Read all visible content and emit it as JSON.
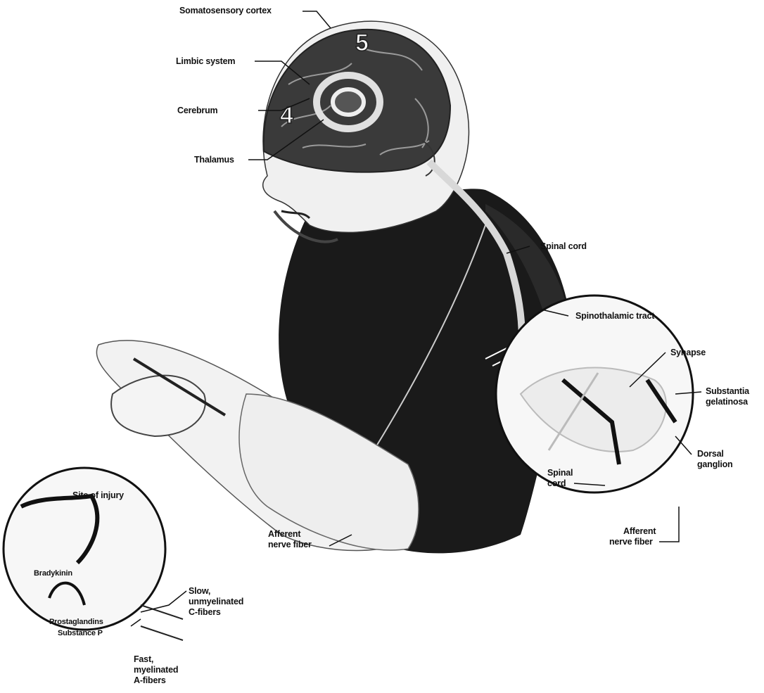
{
  "labels": {
    "somatosensory_cortex": "Somatosensory cortex",
    "limbic_system": "Limbic system",
    "cerebrum": "Cerebrum",
    "thalamus": "Thalamus",
    "spinal_cord": "Spinal cord",
    "spinothalamic_tract": "Spinothalamic tract",
    "synapse": "Synapse",
    "substantia_gelatinosa": [
      "Substantia",
      "gelatinosa"
    ],
    "dorsal_ganglion": [
      "Dorsal",
      "ganglion"
    ],
    "spinal_cord_inset": [
      "Spinal",
      "cord"
    ],
    "afferent_nerve_fiber_inset": [
      "Afferent",
      "nerve fiber"
    ],
    "afferent_nerve_fiber_arm": [
      "Afferent",
      "nerve fiber"
    ],
    "site_of_injury": "Site of injury",
    "bradykinin": "Bradykinin",
    "prostaglandins": "Prostaglandins",
    "substance_p": "Substance P",
    "slow_fibers": [
      "Slow,",
      "unmyelinated",
      "C-fibers"
    ],
    "fast_fibers": [
      "Fast,",
      "myelinated",
      "A-fibers"
    ]
  },
  "step_numbers": {
    "step4": "4",
    "step5": "5"
  },
  "colors": {
    "body": "#1a1a1a",
    "skin": "#f2f2f2",
    "brain": "#3a3a3a",
    "nerve": "#c8c8c8"
  }
}
